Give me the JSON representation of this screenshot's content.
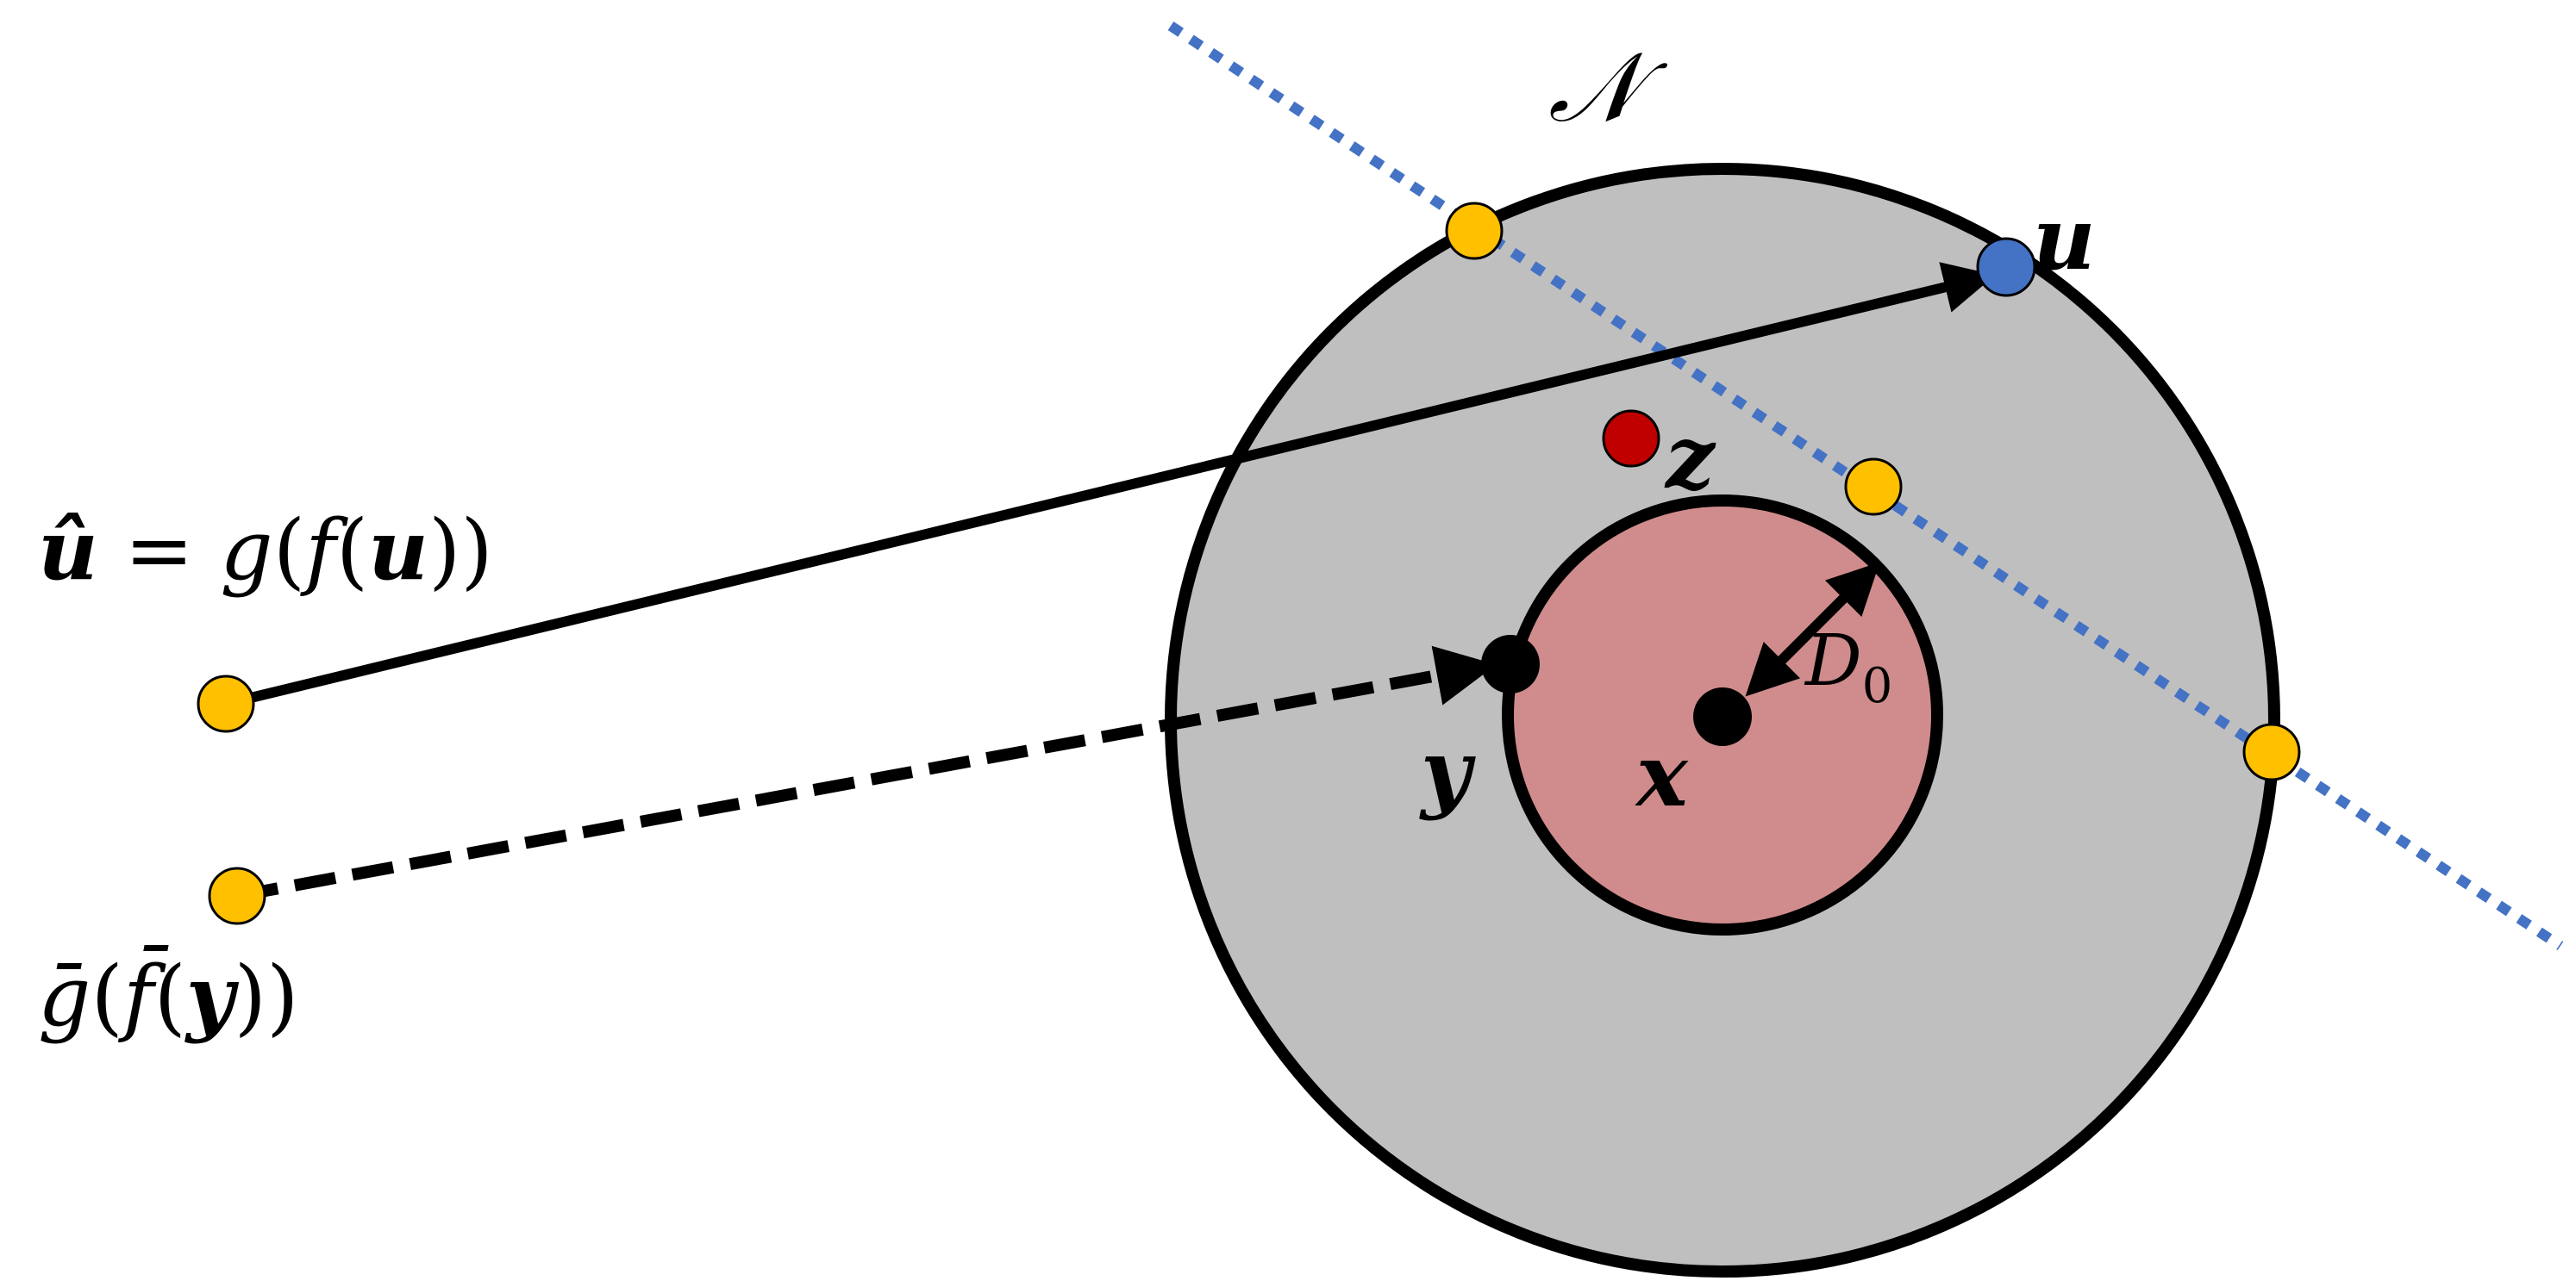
{
  "labels": {
    "manifold": "𝒩",
    "u": "u",
    "z": "z",
    "x": "x",
    "y": "y",
    "radius": "D",
    "radius_sub": "0",
    "u_hat": "û",
    "u_hat_eq": " = ",
    "u_hat_g": "g",
    "u_hat_open": "(",
    "u_hat_f": "f",
    "u_hat_open2": "(",
    "u_hat_u": "u",
    "u_hat_close": "))",
    "gbar": "ḡ",
    "gbar_open": "(",
    "fbar": "f̄",
    "gbar_open2": "(",
    "gbar_y": "y",
    "gbar_close": "))"
  },
  "colors": {
    "outer_disk": "#bfbfbf",
    "inner_disk": "#d08c8c",
    "stroke": "#000000",
    "yellow_point": "#ffc000",
    "blue_point": "#4472c4",
    "red_point": "#c00000",
    "dotted_line": "#4472c4"
  }
}
